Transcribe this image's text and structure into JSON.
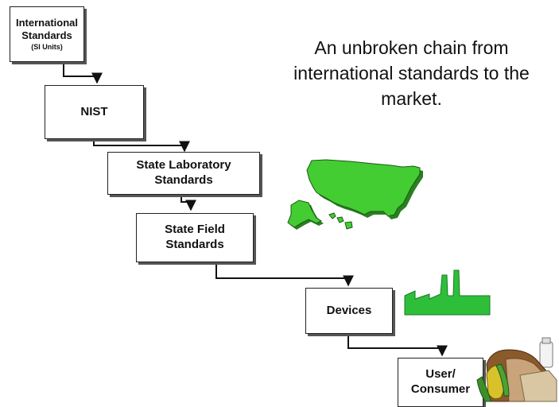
{
  "headline": {
    "lines": [
      "An unbroken chain from",
      "international standards to the",
      "market."
    ]
  },
  "chain": {
    "international": {
      "line1": "International",
      "line2": "Standards",
      "line3": "(SI Units)"
    },
    "nist": {
      "line1": "NIST"
    },
    "state_lab": {
      "line1": "State Laboratory",
      "line2": "Standards"
    },
    "state_field": {
      "line1": "State Field",
      "line2": "Standards"
    },
    "devices": {
      "line1": "Devices"
    },
    "user": {
      "line1": "User/",
      "line2": "Consumer"
    }
  },
  "pictures": [
    "usa-map",
    "factory",
    "food"
  ],
  "colors": {
    "map_green": "#44cc33",
    "factory_green": "#2ebf3a",
    "box_border": "#222222"
  }
}
